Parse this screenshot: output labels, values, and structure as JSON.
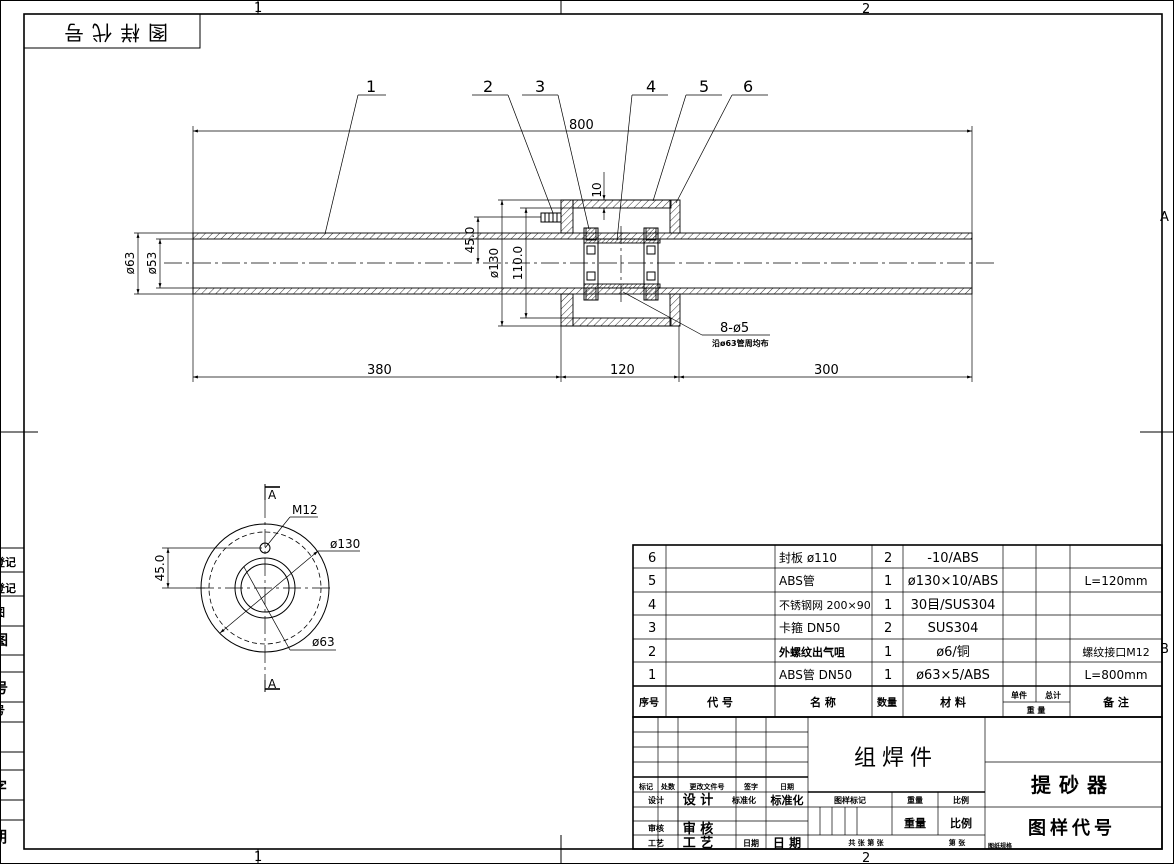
{
  "stamp_box": {
    "text": "图样代号"
  },
  "zones": {
    "top_1": "1",
    "top_2": "2",
    "bottom_1": "1",
    "bottom_2": "2",
    "right_a": "A",
    "right_b": "B"
  },
  "left_strip": [
    "登记",
    "登记",
    "图",
    "图",
    "号",
    "号",
    "字",
    "期"
  ],
  "callouts": [
    "1",
    "2",
    "3",
    "4",
    "5",
    "6"
  ],
  "dimensions": {
    "overall_length": "800",
    "left_length": "380",
    "middle_length": "120",
    "right_length": "300",
    "thickness": "10",
    "outer_dia_pipe": "ø63",
    "inner_dia_pipe": "ø53",
    "offset_height": "45.0",
    "housing_dia": "ø130",
    "housing_height": "110.0",
    "holes": "8-ø5",
    "holes_note": "沿ø63管周均布"
  },
  "section_view": {
    "section_label": "A",
    "thread": "M12",
    "outer_dia": "ø130",
    "pipe_dia": "ø63",
    "offset": "45.0"
  },
  "bom": {
    "header": {
      "no": "序号",
      "code": "代 号",
      "name": "名 称",
      "qty": "数量",
      "material": "材 料",
      "unit_weight": "单件",
      "total_weight": "总计",
      "weight": "重 量",
      "remark": "备 注"
    },
    "rows": [
      {
        "no": "6",
        "code": "",
        "name": "封板 ø110",
        "qty": "2",
        "material": "-10/ABS",
        "remark": ""
      },
      {
        "no": "5",
        "code": "",
        "name": "ABS管",
        "qty": "1",
        "material": "ø130×10/ABS",
        "remark": "L=120mm"
      },
      {
        "no": "4",
        "code": "",
        "name": "不锈钢网 200×90",
        "qty": "1",
        "material": "30目/SUS304",
        "remark": ""
      },
      {
        "no": "3",
        "code": "",
        "name": "卡箍 DN50",
        "qty": "2",
        "material": "SUS304",
        "remark": ""
      },
      {
        "no": "2",
        "code": "",
        "name": "外螺纹出气咀",
        "qty": "1",
        "material": "ø6/铜",
        "remark": "螺纹接口M12"
      },
      {
        "no": "1",
        "code": "",
        "name": "ABS管 DN50",
        "qty": "1",
        "material": "ø63×5/ABS",
        "remark": "L=800mm"
      }
    ]
  },
  "title_block": {
    "assembly_type": "组焊件",
    "product_name": "提砂器",
    "drawing_code": "图样代号",
    "rev_labels": [
      "标记",
      "处数",
      "更改文件号",
      "签字",
      "日期"
    ],
    "design_label": "设计",
    "design_value": "设 计",
    "std_label_small": "标准化",
    "std_label": "标准化",
    "review_label": "审核",
    "review_value": "审 核",
    "process_label": "工艺",
    "process_value": "工 艺",
    "date_small": "日期",
    "date_value": "日 期",
    "stage_mark": "图样标记",
    "weight_small": "重量",
    "scale_small": "比例",
    "weight": "重量",
    "scale": "比例",
    "sheets_total": "共 张 第 张",
    "sheet_no": "第 张",
    "footer": "图纸规格"
  },
  "colors": {
    "line": "#000000",
    "background": "#ffffff"
  }
}
